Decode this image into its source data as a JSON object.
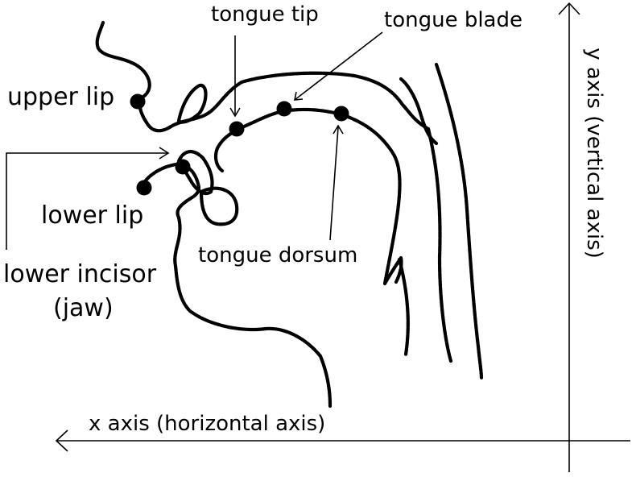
{
  "labels": {
    "upper_lip": "upper lip",
    "lower_lip": "lower lip",
    "lower_incisor_line1": "lower incisor",
    "lower_incisor_line2": "(jaw)",
    "tongue_tip": "tongue tip",
    "tongue_blade": "tongue blade",
    "tongue_dorsum": "tongue dorsum",
    "x_axis": "x axis (horizontal axis)",
    "y_axis": "y axis (vertical axis)"
  },
  "colors": {
    "ink": "#000000",
    "background": "#ffffff"
  }
}
